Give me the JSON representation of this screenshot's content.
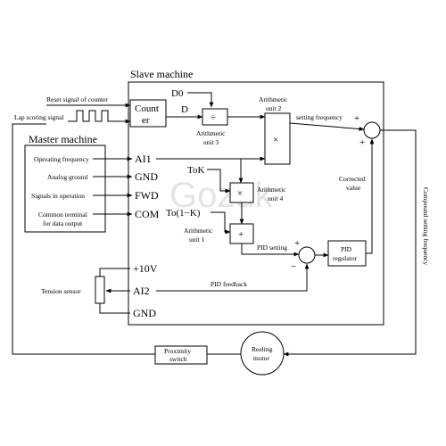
{
  "watermark": "Gozuk",
  "slave_machine": {
    "title": "Slave machine",
    "counter": [
      "Count",
      "er"
    ],
    "d0": "D0",
    "d": "D",
    "divide_symbol": "÷",
    "multiply_symbol": "×",
    "plus_symbol": "+",
    "arith_unit_2": [
      "Arithmetic",
      "unit 2"
    ],
    "arith_unit_3": [
      "Arithmetic",
      "unit 3"
    ],
    "arith_unit_4": [
      "Arithmetic",
      "unit 4"
    ],
    "arith_unit_1": [
      "Arithmetic",
      "unit 1"
    ],
    "tok": "ToK",
    "to_expr": "To(1−K)",
    "setting_frequency": "setting frequency",
    "corrected_value": [
      "Corrected",
      "value"
    ],
    "pid_setting": "PID setting",
    "pid_regulator": [
      "PID",
      "regulator"
    ],
    "pid_feedback": "PID feedback",
    "terminals": [
      "AI1",
      "GND",
      "FWD",
      "COM",
      "+10V",
      "AI2",
      "GND"
    ],
    "plus": "+",
    "minus": "−"
  },
  "inputs": {
    "reset_signal": "Reset signal of counter",
    "lap_scoring": "Lap scoring signal"
  },
  "master_machine": {
    "title": "Master machine",
    "items": [
      "Operating frequency",
      "Analog ground",
      "Signals in operation",
      [
        "Common terminal",
        "for data output"
      ]
    ]
  },
  "tension_sensor": "Tension sensor",
  "proximity_switch": [
    "Proximity",
    "switch"
  ],
  "reeling_motor": [
    "Reeling",
    "motor"
  ],
  "compound_setting_frequency": "Compound setting frequency"
}
